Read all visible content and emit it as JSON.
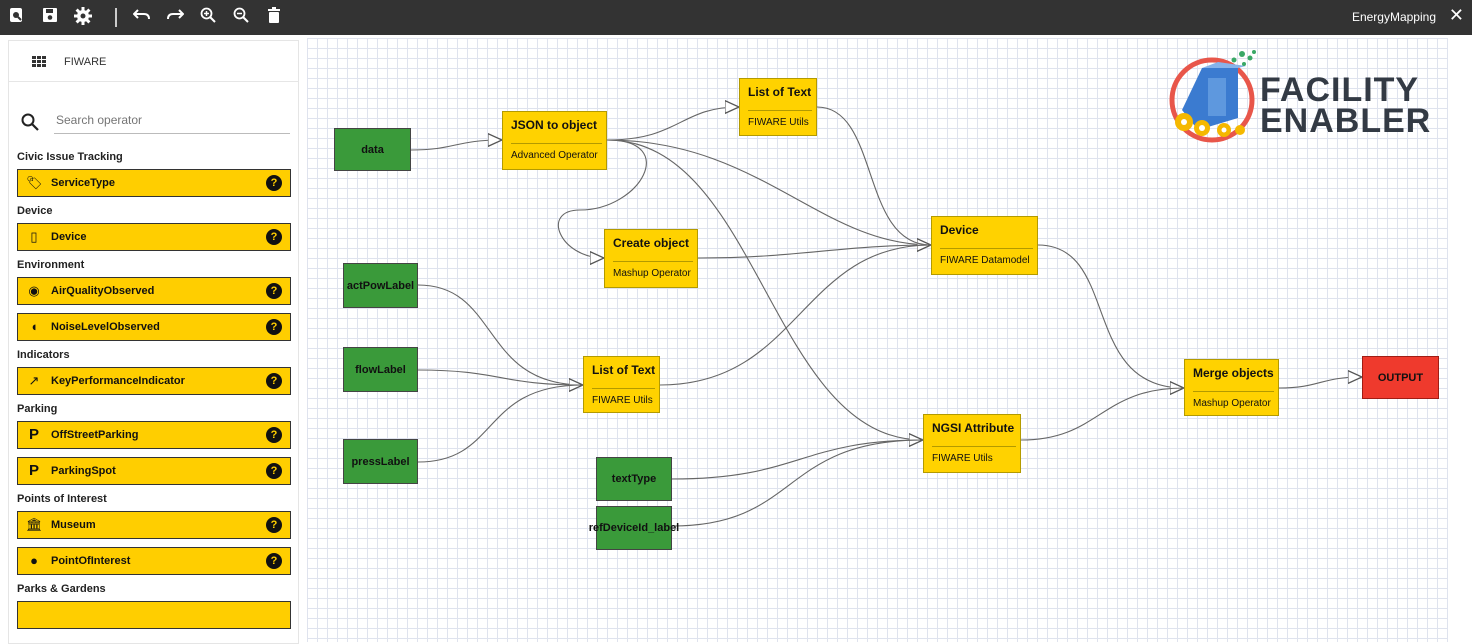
{
  "toolbar": {
    "project_name": "EnergyMapping",
    "close_glyph": "✕",
    "icons": [
      "view-icon",
      "save-icon",
      "settings-icon",
      "undo-icon",
      "redo-icon",
      "zoom-in-icon",
      "zoom-out-icon",
      "delete-icon"
    ]
  },
  "sidebar": {
    "title": "FIWARE",
    "search_placeholder": "Search operator",
    "categories": [
      {
        "label": "Civic Issue Tracking",
        "items": [
          {
            "label": "ServiceType",
            "icon": "tag-icon"
          }
        ]
      },
      {
        "label": "Device",
        "items": [
          {
            "label": "Device",
            "icon": "device-icon"
          }
        ]
      },
      {
        "label": "Environment",
        "items": [
          {
            "label": "AirQualityObserved",
            "icon": "compass-icon"
          },
          {
            "label": "NoiseLevelObserved",
            "icon": "ear-icon"
          }
        ]
      },
      {
        "label": "Indicators",
        "items": [
          {
            "label": "KeyPerformanceIndicator",
            "icon": "trend-icon"
          }
        ]
      },
      {
        "label": "Parking",
        "items": [
          {
            "label": "OffStreetParking",
            "icon": "parking-icon"
          },
          {
            "label": "ParkingSpot",
            "icon": "parking-icon"
          }
        ]
      },
      {
        "label": "Points of Interest",
        "items": [
          {
            "label": "Museum",
            "icon": "museum-icon"
          },
          {
            "label": "PointOfInterest",
            "icon": "map-marker-icon"
          }
        ]
      },
      {
        "label": "Parks & Gardens",
        "items": []
      }
    ],
    "help_glyph": "?"
  },
  "canvas": {
    "nodes": {
      "data": {
        "title": "data"
      },
      "actPowLabel": {
        "title": "actPowLabel"
      },
      "flowLabel": {
        "title": "flowLabel"
      },
      "pressLabel": {
        "title": "pressLabel"
      },
      "textType": {
        "title": "textType"
      },
      "refDeviceId_label": {
        "title": "refDeviceId_label"
      },
      "json_to_object": {
        "title": "JSON to object",
        "subtitle": "Advanced Operator"
      },
      "list_of_text_top": {
        "title": "List of Text",
        "subtitle": "FIWARE Utils"
      },
      "create_object": {
        "title": "Create object",
        "subtitle": "Mashup Operator"
      },
      "list_of_text_mid": {
        "title": "List of Text",
        "subtitle": "FIWARE Utils"
      },
      "device": {
        "title": "Device",
        "subtitle": "FIWARE Datamodel"
      },
      "ngsi_attribute": {
        "title": "NGSI Attribute",
        "subtitle": "FIWARE Utils"
      },
      "merge_objects": {
        "title": "Merge objects",
        "subtitle": "Mashup Operator"
      },
      "output": {
        "title": "OUTPUT"
      }
    }
  },
  "logo": {
    "line1": "FACILITY",
    "line2": "ENABLER"
  }
}
